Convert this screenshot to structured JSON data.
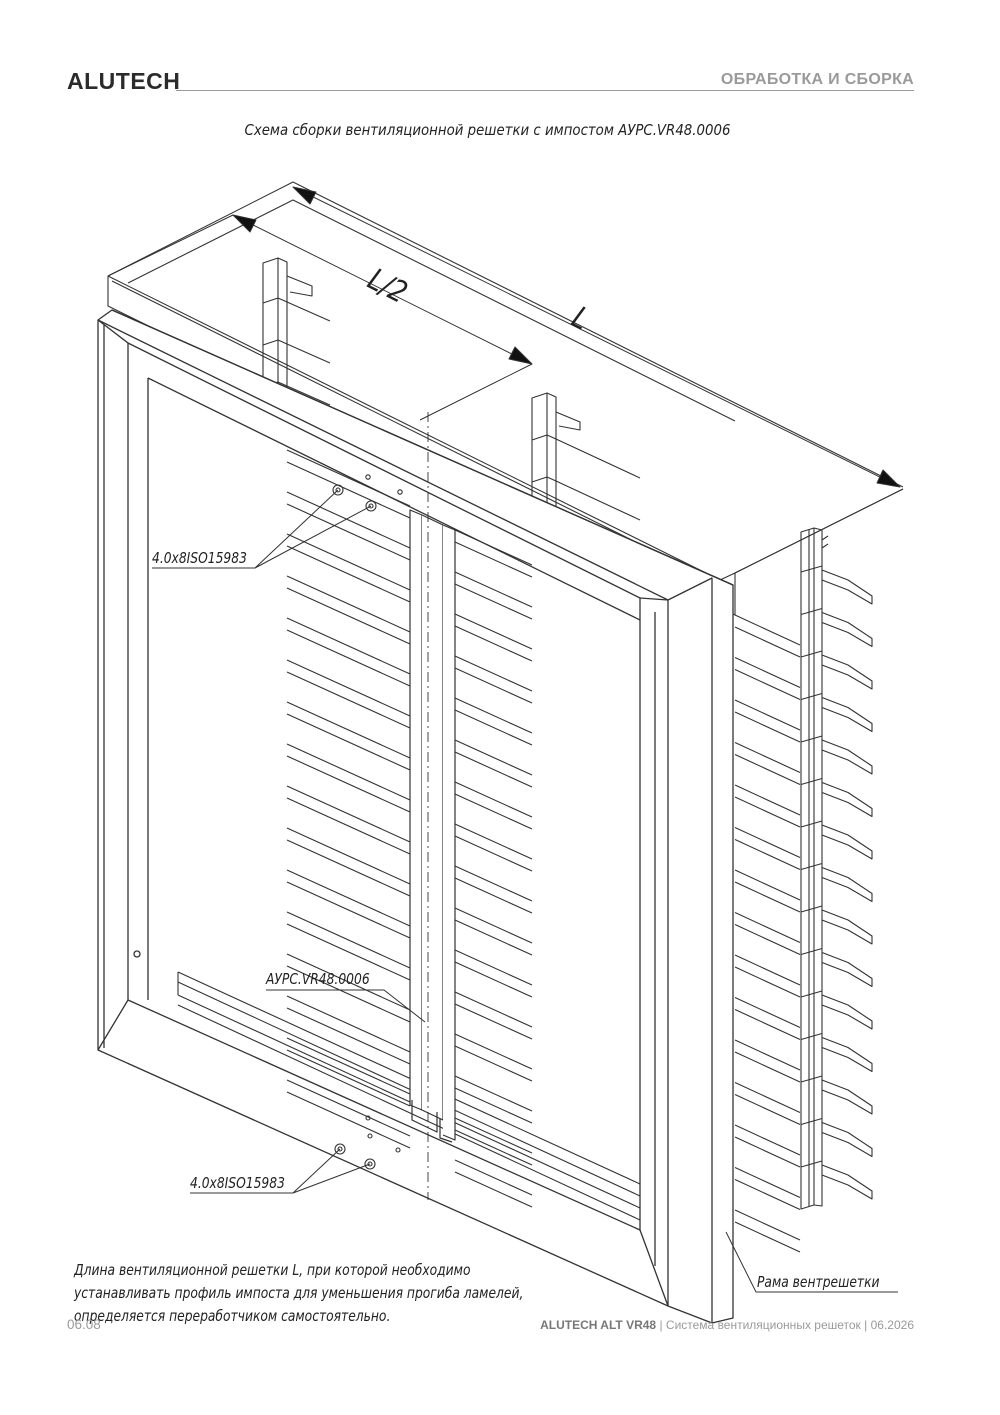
{
  "header": {
    "brand": "ALUTECH",
    "section": "ОБРАБОТКА И СБОРКА"
  },
  "title": "Схема сборки вентиляционной решетки с импостом АУРС.VR48.0006",
  "dimensions": {
    "half_length": "L/2",
    "length": "L"
  },
  "callouts": {
    "screw_top": "4.0x8ISO15983",
    "screw_bottom": "4.0x8ISO15983",
    "impost_profile": "АУРС.VR48.0006",
    "frame": "Рама вентрешетки"
  },
  "note": {
    "lines": [
      "Длина вентиляционной решетки L, при которой необходимо",
      "устанавливать профиль импоста для уменьшения прогиба ламелей,",
      "определяется переработчиком самостоятельно."
    ]
  },
  "footer": {
    "page": "06.08",
    "product": "ALUTECH ALT VR48",
    "separator1": " | ",
    "doc": "Система вентиляционных решеток",
    "separator2": " | ",
    "date": "06.2026"
  }
}
